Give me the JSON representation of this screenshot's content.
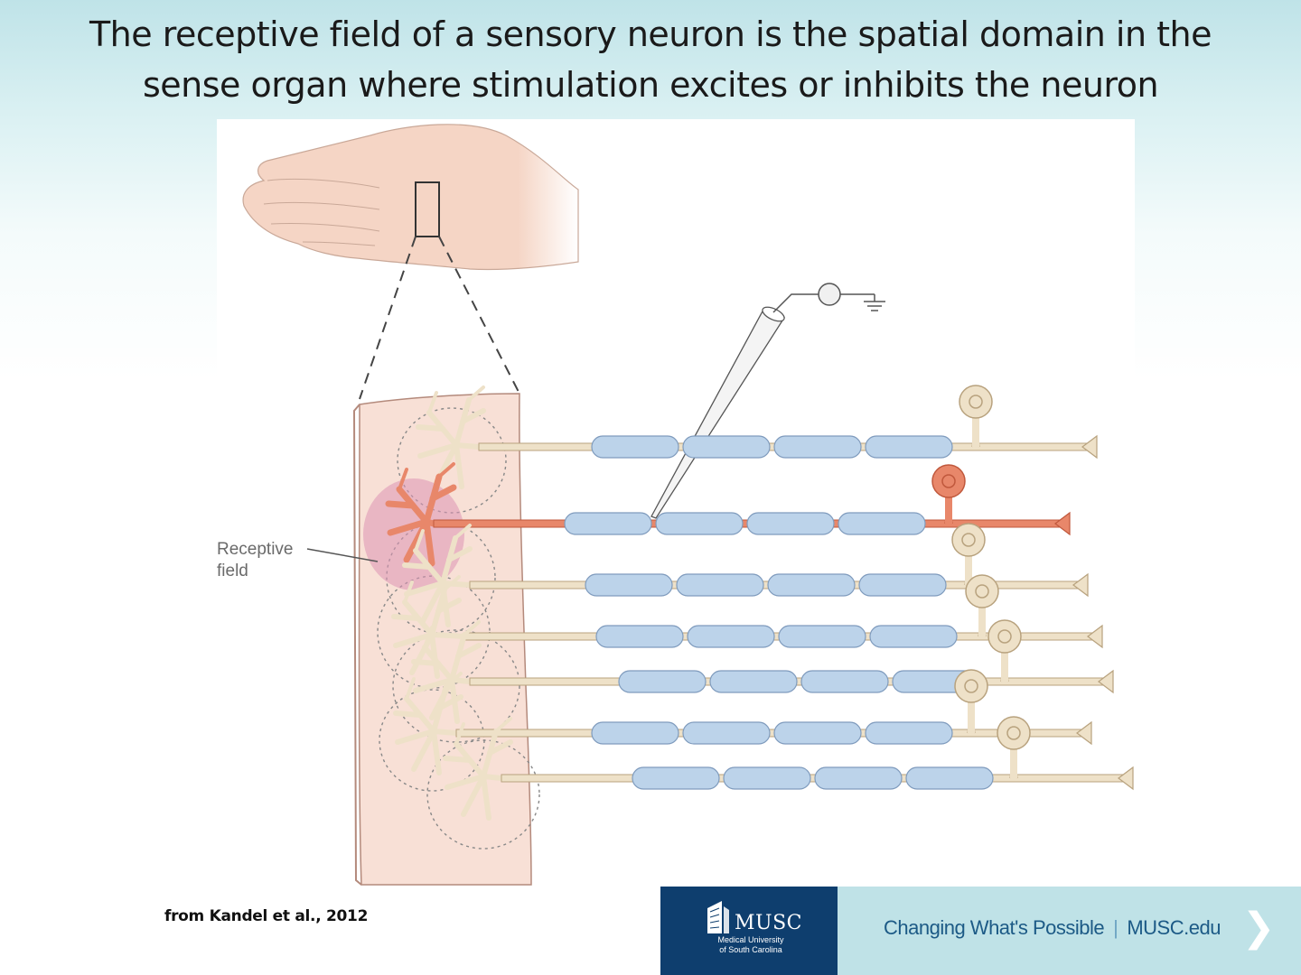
{
  "slide": {
    "title_line1": "The receptive field of a sensory neuron is the spatial domain in the",
    "title_line2": "sense organ where stimulation excites or inhibits the neuron"
  },
  "diagram": {
    "label_line1": "Receptive",
    "label_line2": "field"
  },
  "citation": "from Kandel  et al., 2012",
  "footer": {
    "logo_name": "MUSC",
    "logo_sub_line1": "Medical University",
    "logo_sub_line2": "of South Carolina",
    "tagline": "Changing What's Possible",
    "url": "MUSC.edu",
    "next_icon": "chevron-right-icon"
  },
  "colors": {
    "title_band": "#bfe3e8",
    "footer_navy": "#0e3e6e",
    "footer_band": "#bfe2e7",
    "highlight_neuron": "#e8876a",
    "skin": "#f8e0d6",
    "myelin": "#bcd3ea",
    "axon": "#eee1c8"
  }
}
